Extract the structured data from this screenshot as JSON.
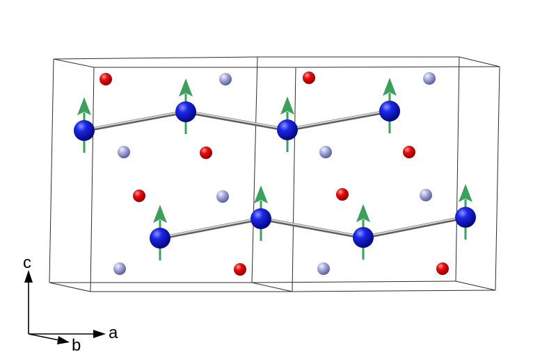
{
  "colors": {
    "background": "#ffffff",
    "cell_edge": "#2b2b2b",
    "bond": "#9a9a9a",
    "magnetic_atom": "#0a14d6",
    "red_atom": "#e00000",
    "lavender_atom": "#a3a6d8",
    "spin_arrow": "#3aa05a",
    "axis": "#000000"
  },
  "axes": {
    "c_label": "c",
    "a_label": "a",
    "b_label": "b"
  },
  "structure": {
    "unit_cells": 2,
    "spin_direction": "up",
    "icon": "spin-arrow-icon"
  }
}
